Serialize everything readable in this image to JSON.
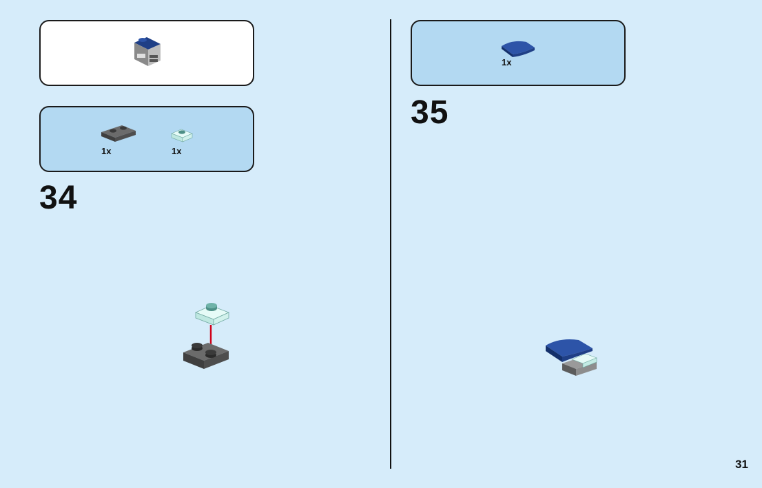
{
  "left_panel": {
    "submodel_callout": {},
    "parts_list": [
      {
        "part": "dark-gray-plate-1x2",
        "quantity": "1x"
      },
      {
        "part": "trans-light-blue-plate-1x1",
        "quantity": "1x"
      }
    ],
    "step_number": "34"
  },
  "right_panel": {
    "parts_list": [
      {
        "part": "dark-blue-curved-slope",
        "quantity": "1x"
      }
    ],
    "step_number": "35"
  },
  "page_number": "31",
  "colors": {
    "background": "#d6ecfa",
    "callout_blue": "#b3d9f2",
    "arrow_red": "#d0021b",
    "dark_gray": "#5a5a5a",
    "dark_blue": "#1f3f86",
    "trans_light_blue": "#d9f5f0"
  }
}
